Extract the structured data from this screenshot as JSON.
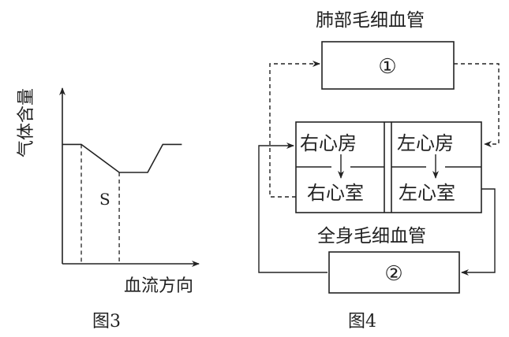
{
  "figure3": {
    "caption": "图3",
    "y_axis_label": "气体含量",
    "x_axis_label": "血流方向",
    "region_label": "S"
  },
  "figure4": {
    "caption": "图4",
    "top_label": "肺部毛细血管",
    "bottom_label": "全身毛细血管",
    "box_top_marker": "①",
    "box_bottom_marker": "②",
    "heart": {
      "right_atrium": "右心房",
      "right_ventricle": "右心室",
      "left_atrium": "左心房",
      "left_ventricle": "左心室"
    },
    "legend_note": {
      "pulmonary_circulation_line": "dashed",
      "systemic_circulation_line": "solid"
    }
  },
  "chart_data": {
    "type": "line",
    "title": "图3",
    "xlabel": "血流方向",
    "ylabel": "气体含量",
    "x": [
      0,
      1,
      3,
      4.5,
      5.3,
      6.3
    ],
    "series": [
      {
        "name": "气体含量",
        "values": [
          0.68,
          0.68,
          0.52,
          0.52,
          0.68,
          0.68
        ]
      }
    ],
    "annotations": [
      {
        "text": "S",
        "region_x": [
          1,
          3
        ]
      }
    ],
    "xlim": [
      0,
      7.2
    ],
    "ylim": [
      0,
      1
    ],
    "grid": false,
    "ticks": "none",
    "colors": {
      "line": "#222222",
      "background": "#ffffff"
    }
  }
}
